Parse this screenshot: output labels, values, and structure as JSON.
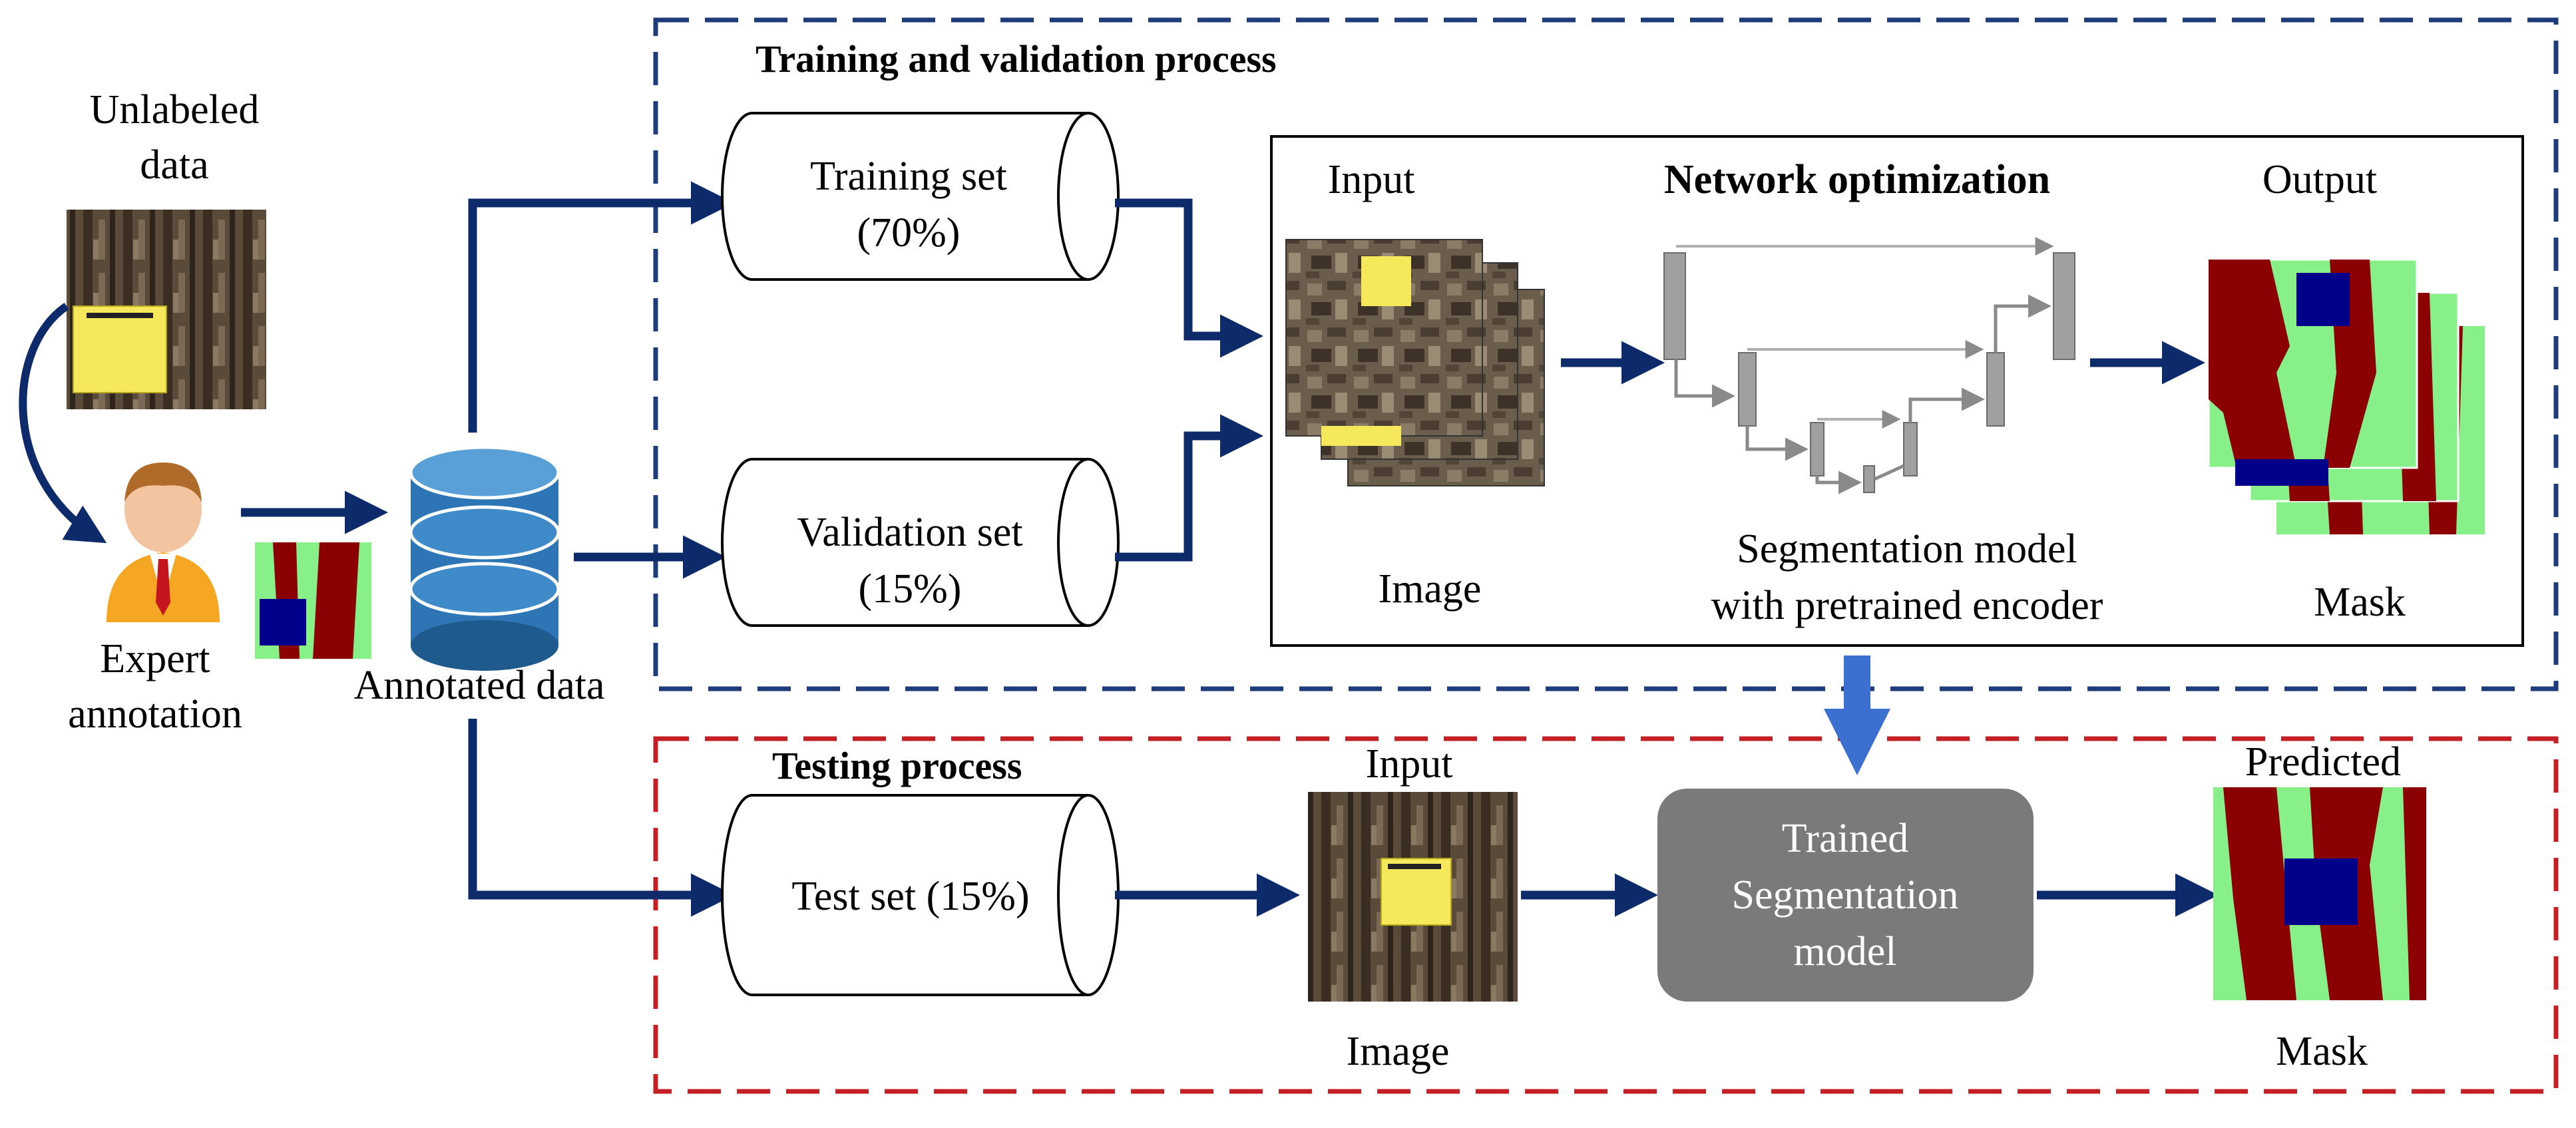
{
  "source": {
    "unlabeled_line1": "Unlabeled",
    "unlabeled_line2": "data",
    "expert_line1": "Expert",
    "expert_line2": "annotation",
    "annotated": "Annotated data"
  },
  "training": {
    "title": "Training and validation process",
    "training_set_line1": "Training set",
    "training_set_line2": "(70%)",
    "validation_set_line1": "Validation set",
    "validation_set_line2": "(15%)",
    "input_label": "Input",
    "image_label": "Image",
    "network_title": "Network optimization",
    "model_line1": "Segmentation model",
    "model_line2": "with pretrained encoder",
    "output_label": "Output",
    "mask_label": "Mask"
  },
  "testing": {
    "title": "Testing process",
    "test_set": "Test set (15%)",
    "input_label": "Input",
    "image_label": "Image",
    "trained_line1": "Trained",
    "trained_line2": "Segmentation",
    "trained_line3": "model",
    "predicted_label": "Predicted",
    "mask_label": "Mask"
  },
  "colors": {
    "arrow_navy": "#0d2a6b",
    "training_box_border": "#1f3c7a",
    "testing_box_border": "#c42025",
    "mask_green": "#88f088",
    "mask_red": "#8b0000",
    "mask_blue": "#00008b",
    "trained_model_fill": "#7a7a7a",
    "database_blue": "#2e75b6"
  }
}
